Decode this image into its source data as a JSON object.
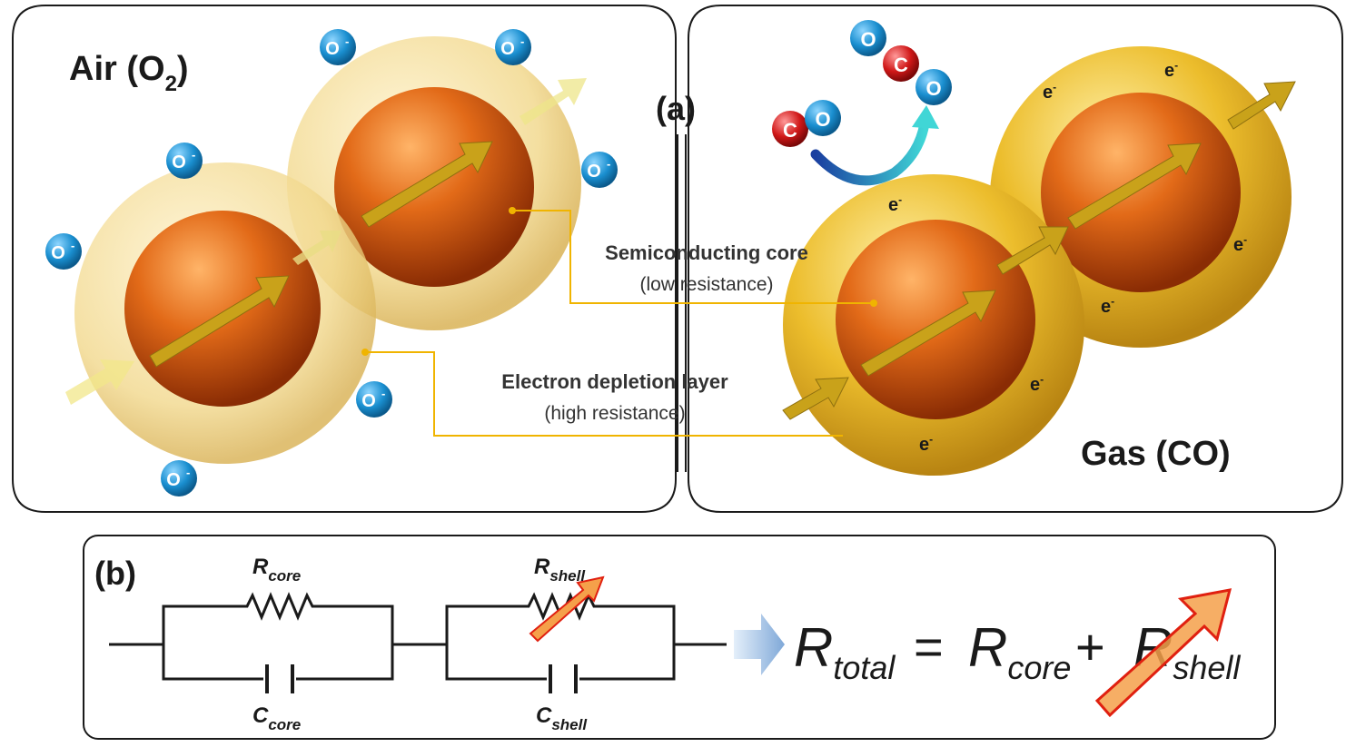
{
  "panel_a": {
    "label": "(a)",
    "air_title_main": "Air (O",
    "air_title_sub": "2",
    "air_title_end": ")",
    "gas_title": "Gas (CO)",
    "core_label": "Semiconducting core",
    "core_sublabel": "(low resistance)",
    "shell_label": "Electron depletion layer",
    "shell_sublabel": "(high resistance)",
    "oxygen_ion_letter": "O",
    "oxygen_ion_charge": "-",
    "electron_letter": "e",
    "electron_charge": "-",
    "co_letters": [
      "C",
      "O"
    ],
    "co2_letters": [
      "O",
      "C",
      "O"
    ]
  },
  "panel_b": {
    "label": "(b)",
    "r_core_main": "R",
    "r_core_sub": "core",
    "r_shell_main": "R",
    "r_shell_sub": "shell",
    "c_core_main": "C",
    "c_core_sub": "core",
    "c_shell_main": "C",
    "c_shell_sub": "shell",
    "eq_total_main": "R",
    "eq_total_sub": "total",
    "eq_equals": "=",
    "eq_core_main": "R",
    "eq_core_sub": "core",
    "eq_plus": "+",
    "eq_shell_main": "R",
    "eq_shell_sub": "shell"
  },
  "colors": {
    "core": "#d85a10",
    "shell_air": "#f3dc9a",
    "shell_gas": "#e7b623",
    "arrow": "#c9a21a",
    "oxygen": "#1a8fd0",
    "carbon": "#cc1a1a",
    "leader": "#f0b400",
    "border": "#1a1a1a",
    "red_arrow_fill": "#f5a04a",
    "red_arrow_stroke": "#e02010"
  }
}
